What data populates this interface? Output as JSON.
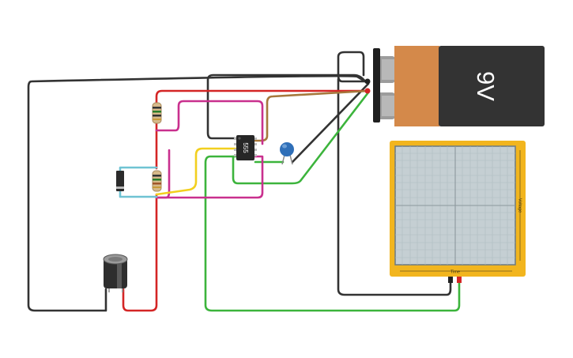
{
  "battery": {
    "label": "9V"
  },
  "ic": {
    "label": "555"
  },
  "oscilloscope": {
    "x_axis_label": "Time",
    "y_axis_label": "Voltage"
  },
  "colors": {
    "red": "#d42525",
    "black": "#333333",
    "green": "#3cb43c",
    "magenta": "#c9308e",
    "yellow": "#f2cf1f",
    "cyan": "#6fc3d3",
    "brown": "#a6783c",
    "battery_copper": "#d4894a",
    "battery_body": "#333333",
    "scope_frame": "#f2b51e",
    "scope_screen": "#c5cfd3",
    "capacitor_blue": "#2f6fb8"
  }
}
